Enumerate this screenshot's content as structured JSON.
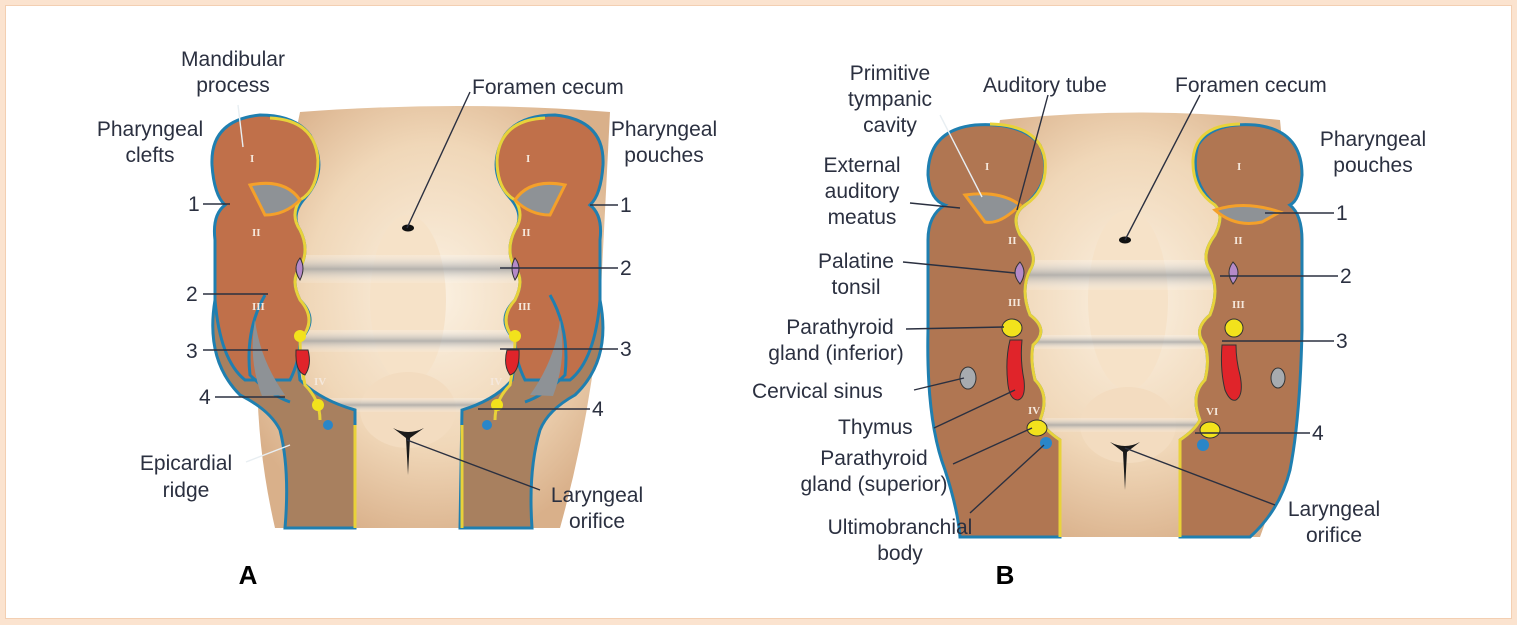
{
  "figure": {
    "colors": {
      "background": "#ffffff",
      "frame": "#fbe3cf",
      "arch": "#c0704a",
      "arch_lower": "#a8805f",
      "ectoderm_outline": "#1f7fb0",
      "endoderm_outline": "#e8d23a",
      "pharynx_floor": "#f0d9bf",
      "tonsil": "#b48ac8",
      "thymus": "#e0242a",
      "parathyroid": "#f2e21c",
      "ultimobranchial": "#2a86c8",
      "cleft_gray": "#8e9296",
      "label_text": "#2b3040"
    },
    "panel_a": {
      "letter": "A",
      "arch_numerals": [
        "I",
        "II",
        "III",
        "IV"
      ],
      "labels": {
        "mandibular_process": [
          "Mandibular",
          "process"
        ],
        "pharyngeal_clefts": [
          "Pharyngeal",
          "clefts"
        ],
        "foramen_cecum": "Foramen cecum",
        "pharyngeal_pouches": [
          "Pharyngeal",
          "pouches"
        ],
        "epicardial_ridge": [
          "Epicardial",
          "ridge"
        ],
        "laryngeal_orifice": [
          "Laryngeal",
          "orifice"
        ]
      },
      "cleft_numbers": [
        "1",
        "2",
        "3",
        "4"
      ],
      "pouch_numbers": [
        "1",
        "2",
        "3",
        "4"
      ]
    },
    "panel_b": {
      "letter": "B",
      "arch_numerals": [
        "I",
        "II",
        "III",
        "IV"
      ],
      "right_arch_numerals": [
        "I",
        "II",
        "III",
        "VI"
      ],
      "labels": {
        "primitive_tympanic_cavity": [
          "Primitive",
          "tympanic",
          "cavity"
        ],
        "auditory_tube": "Auditory tube",
        "foramen_cecum": "Foramen cecum",
        "pharyngeal_pouches": [
          "Pharyngeal",
          "pouches"
        ],
        "external_auditory_meatus": [
          "External",
          "auditory",
          "meatus"
        ],
        "palatine_tonsil": [
          "Palatine",
          "tonsil"
        ],
        "parathyroid_inferior": [
          "Parathyroid",
          "gland (inferior)"
        ],
        "cervical_sinus": "Cervical sinus",
        "thymus": "Thymus",
        "parathyroid_superior": [
          "Parathyroid",
          "gland (superior)"
        ],
        "ultimobranchial_body": [
          "Ultimobranchial",
          "body"
        ],
        "laryngeal_orifice": [
          "Laryngeal",
          "orifice"
        ]
      },
      "pouch_numbers": [
        "1",
        "2",
        "3",
        "4"
      ]
    }
  }
}
